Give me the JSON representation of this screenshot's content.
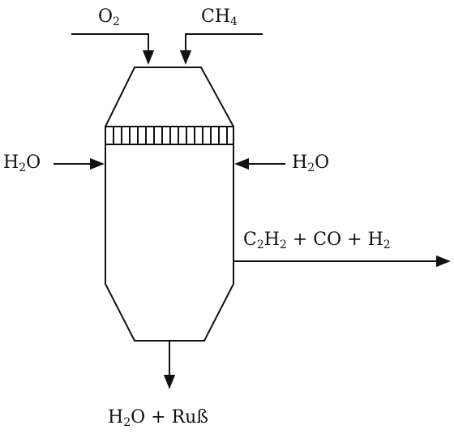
{
  "labels": {
    "o2": {
      "main": "O",
      "sub": "2"
    },
    "ch4": {
      "main": "CH",
      "sub": "4"
    },
    "h2o_left": {
      "a": "H",
      "sub": "2",
      "b": "O"
    },
    "h2o_right": {
      "a": "H",
      "sub": "2",
      "b": "O"
    },
    "gas_product": {
      "c": "C",
      "c_sub": "2",
      "h": "H",
      "h_sub": "2",
      "plus1": " + CO + ",
      "h2": "H",
      "h2_sub": "2"
    },
    "bottom_product": {
      "h": "H",
      "sub": "2",
      "rest": "O + Ruß"
    }
  },
  "colors": {
    "line": "#111111"
  }
}
